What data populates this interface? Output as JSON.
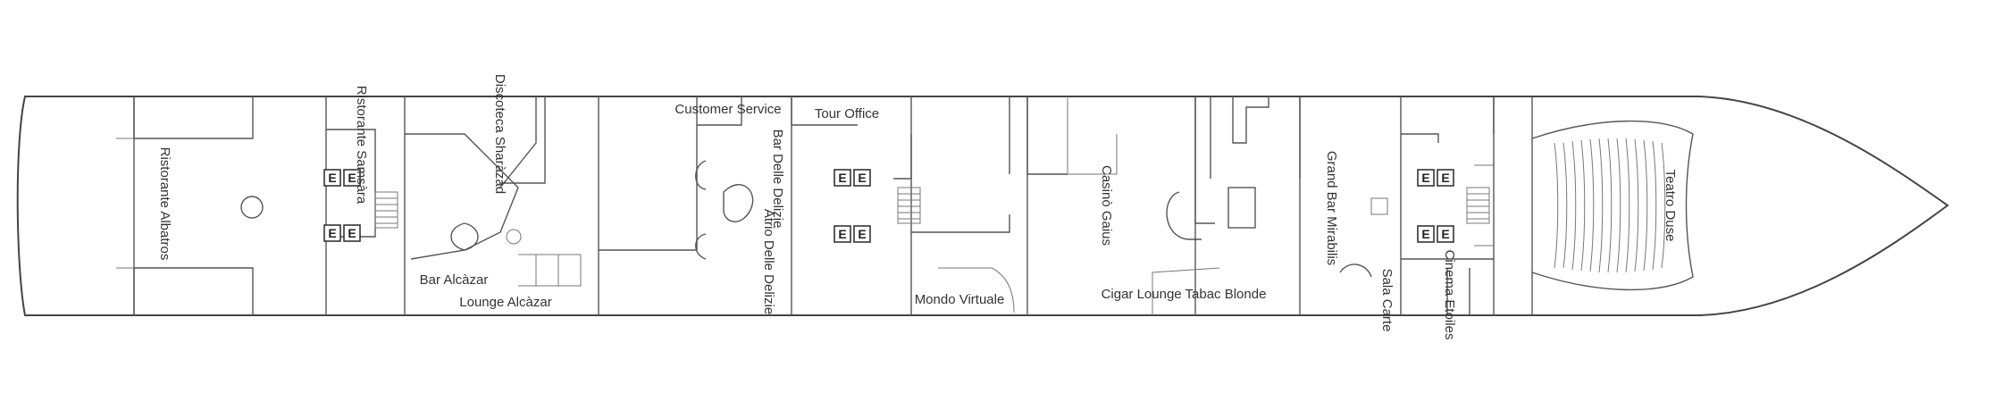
{
  "deck": {
    "labels": {
      "ristorante_albatros": "Ristorante Albatros",
      "ristorante_samsara": "Ristorante Samsàra",
      "discoteca_sharazad": "Discoteca Sharàzàd",
      "bar_alcazar": "Bar Alcàzar",
      "lounge_alcazar": "Lounge Alcàzar",
      "customer_service": "Customer Service",
      "bar_delle_delizie": "Bar Delle Delizie",
      "atrio_delle_delizie": "Atrio Delle Delizie",
      "tour_office": "Tour Office",
      "mondo_virtuale": "Mondo Virtuale",
      "casino_gaius": "Casinò Gaius",
      "cigar_lounge": "Cigar Lounge Tabac Blonde",
      "grand_bar_mirabilis": "Grand Bar Mirabilis",
      "sala_carte": "Sala Carte",
      "cinema_etoiles": "Cinema Etoiles",
      "teatro_duse": "Teatro Duse"
    },
    "elevator_symbol": "E"
  }
}
